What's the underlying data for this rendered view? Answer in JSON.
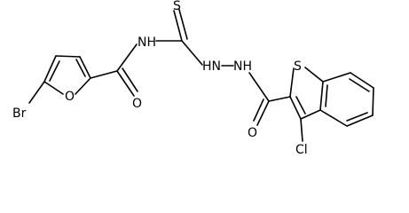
{
  "atom_labels": {
    "br": "Br",
    "o_furan": "O",
    "o_carbonyl1": "O",
    "nh": "NH",
    "s_thio": "S",
    "hn_hn": "HN—NH",
    "hn1": "HN",
    "nh2": "NH",
    "o_carbonyl2": "O",
    "s_ring": "S",
    "cl": "Cl"
  }
}
